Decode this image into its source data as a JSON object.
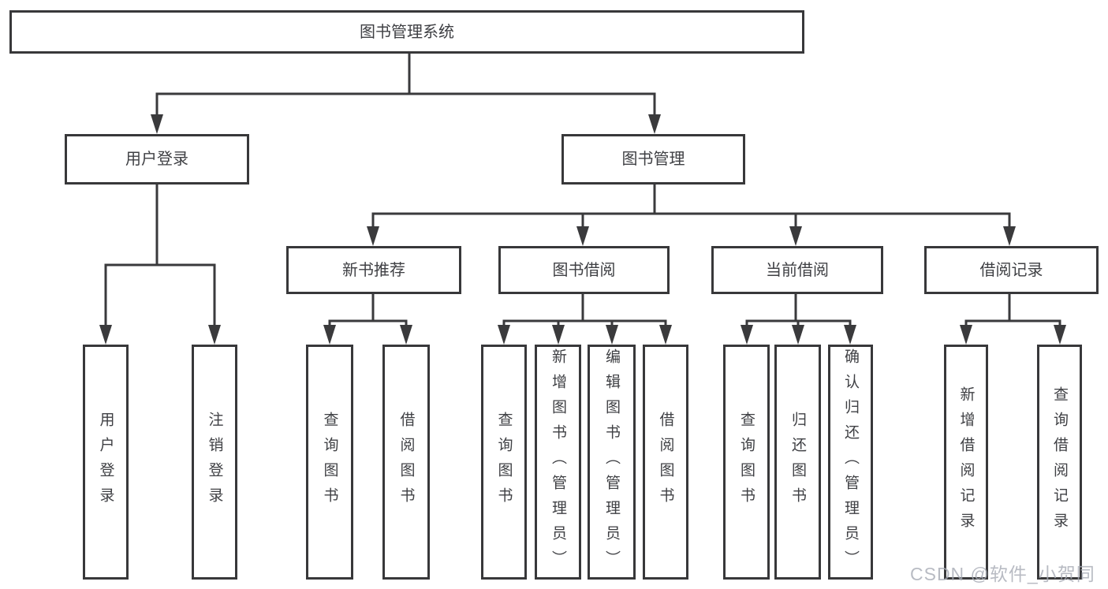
{
  "diagram": {
    "root": {
      "label": "图书管理系统"
    },
    "level2": [
      {
        "label": "用户登录"
      },
      {
        "label": "图书管理"
      }
    ],
    "level3": [
      {
        "label": "新书推荐",
        "parent": "图书管理"
      },
      {
        "label": "图书借阅",
        "parent": "图书管理"
      },
      {
        "label": "当前借阅",
        "parent": "图书管理"
      },
      {
        "label": "借阅记录",
        "parent": "图书管理"
      }
    ],
    "leaves": [
      {
        "label": "用户登录",
        "parent": "用户登录"
      },
      {
        "label": "注销登录",
        "parent": "用户登录"
      },
      {
        "label": "查询图书",
        "parent": "新书推荐"
      },
      {
        "label": "借阅图书",
        "parent": "新书推荐"
      },
      {
        "label": "查询图书",
        "parent": "图书借阅"
      },
      {
        "label": "新增图书（管理员）",
        "parent": "图书借阅"
      },
      {
        "label": "编辑图书（管理员）",
        "parent": "图书借阅"
      },
      {
        "label": "借阅图书",
        "parent": "图书借阅"
      },
      {
        "label": "查询图书",
        "parent": "当前借阅"
      },
      {
        "label": "归还图书",
        "parent": "当前借阅"
      },
      {
        "label": "确认归还（管理员）",
        "parent": "当前借阅"
      },
      {
        "label": "新增借阅记录",
        "parent": "借阅记录"
      },
      {
        "label": "查询借阅记录",
        "parent": "借阅记录"
      }
    ],
    "watermark": "CSDN @软件_小贺同学",
    "colors": {
      "line": "#3a3a3c",
      "box_border": "#38383a",
      "text": "#3f4044",
      "watermark": "#a7abb5",
      "background": "#ffffff"
    }
  }
}
